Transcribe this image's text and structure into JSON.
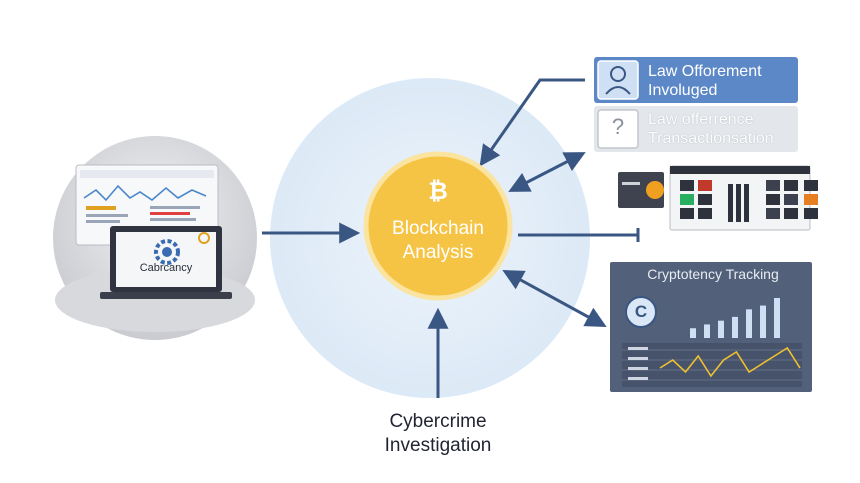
{
  "left_panel": {
    "laptop_label": "Cabrcancy"
  },
  "center": {
    "bitcoin_symbol": "₿",
    "title_line1": "Blockchain",
    "title_line2": "Analysis"
  },
  "bottom_label": {
    "line1": "Cybercrime",
    "line2": "Investigation"
  },
  "right_top_card": {
    "row1_line1": "Law Offorement",
    "row1_line2": "Involuged",
    "row2_icon": "?",
    "row2_line1": "Law offerrence",
    "row2_line2": "Transactionsation"
  },
  "right_bottom_card": {
    "title": "Cryptotency Tracking",
    "badge": "C",
    "bar_values": [
      1,
      2,
      3,
      4,
      6,
      7,
      9
    ],
    "line_values": [
      4,
      6,
      3,
      7,
      2,
      6,
      8,
      3,
      5,
      7,
      9,
      4
    ]
  },
  "colors": {
    "accent_yellow": "#f6c445",
    "arrow_blue": "#3a5783",
    "circle_bg": "#e3eef9",
    "tracking_card": "#52607a"
  }
}
